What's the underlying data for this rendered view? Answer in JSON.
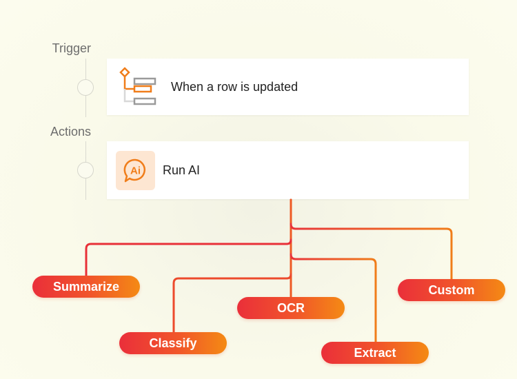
{
  "workflow": {
    "trigger_label": "Trigger",
    "actions_label": "Actions",
    "trigger_card": {
      "title": "When a row is updated",
      "icon": "table-row-update-icon"
    },
    "action_card": {
      "title": "Run AI",
      "icon": "ai-chat-icon"
    }
  },
  "branches": {
    "summarize": "Summarize",
    "classify": "Classify",
    "ocr": "OCR",
    "extract": "Extract",
    "custom": "Custom"
  },
  "colors": {
    "branch_gradient_start": "#ea2f3a",
    "branch_gradient_end": "#f48a14",
    "icon_orange": "#f07d1a",
    "icon_gray": "#9a9a9a",
    "ai_icon_bg": "#fde6d2"
  }
}
